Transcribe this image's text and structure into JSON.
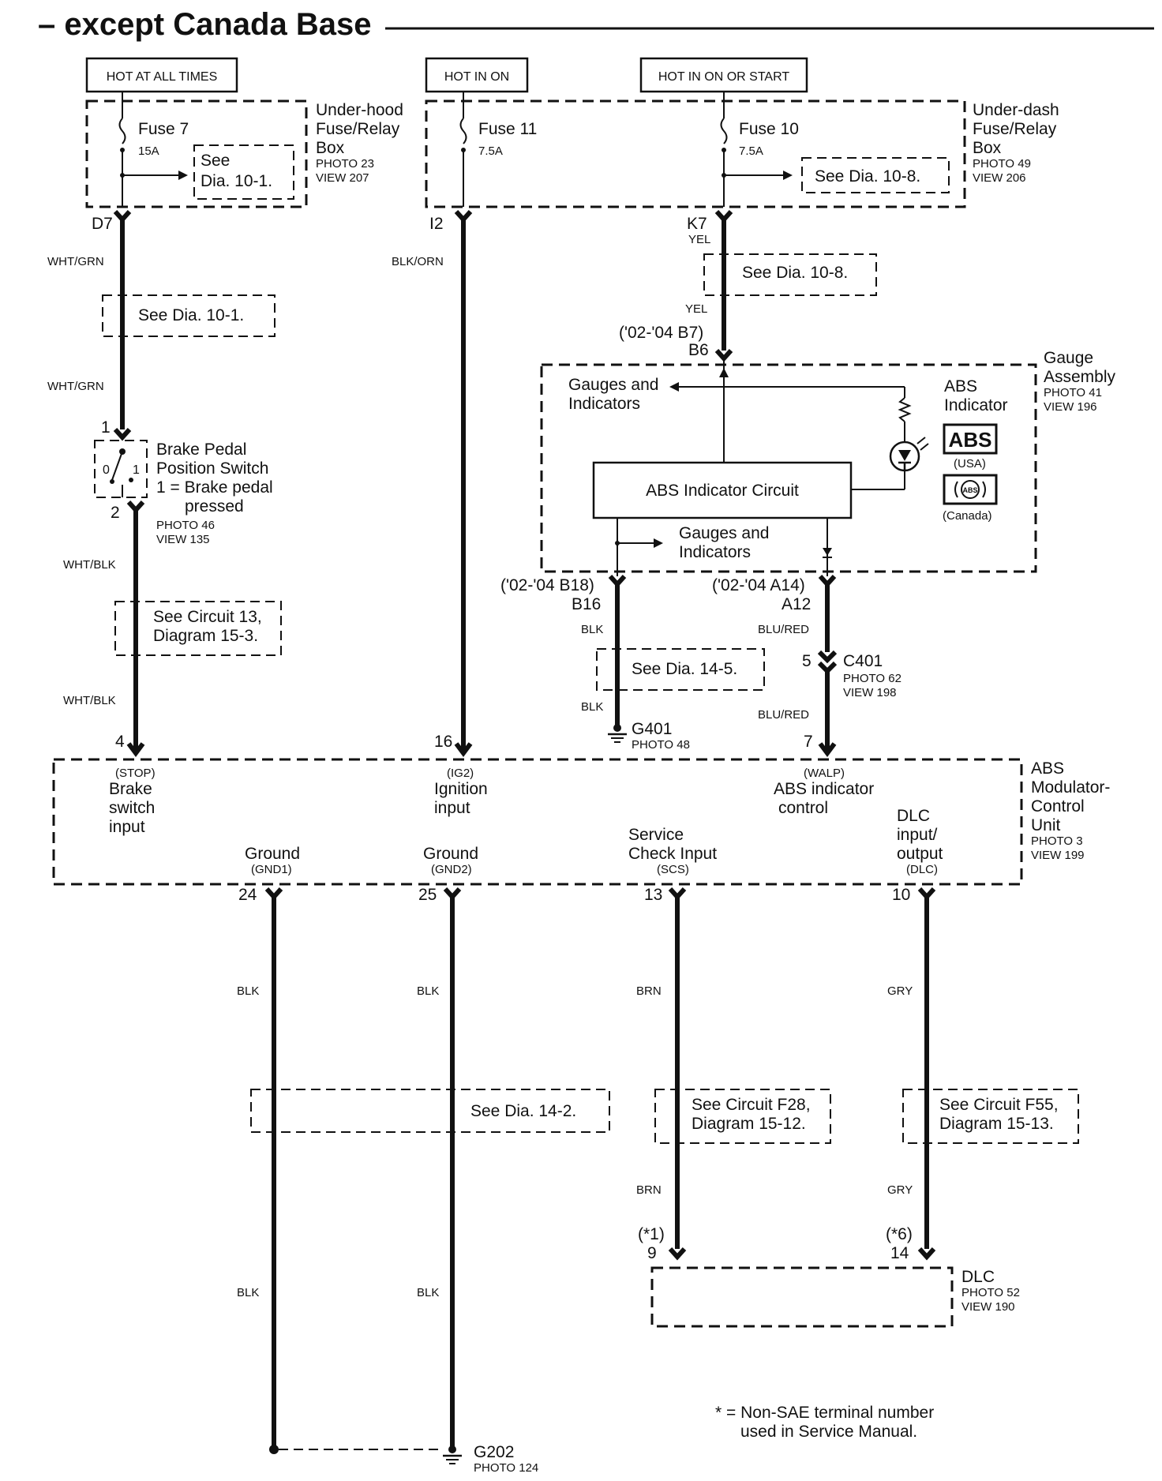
{
  "title": "– except Canada Base",
  "power_labels": {
    "hot_at_all_times": "HOT AT ALL TIMES",
    "hot_in_on": "HOT IN ON",
    "hot_in_on_or_start": "HOT IN ON OR START"
  },
  "underhood_box": {
    "name_1": "Under-hood",
    "name_2": "Fuse/Relay",
    "name_3": "Box",
    "photo": "PHOTO 23",
    "view": "VIEW 207",
    "fuse_name": "Fuse 7",
    "fuse_rating": "15A",
    "see_1": "See",
    "see_2": "Dia.  10-1.",
    "terminal": "D7"
  },
  "underdash_box": {
    "name_1": "Under-dash",
    "name_2": "Fuse/Relay",
    "name_3": "Box",
    "photo": "PHOTO 49",
    "view": "VIEW 206",
    "fuse11_name": "Fuse 11",
    "fuse11_rating": "7.5A",
    "fuse10_name": "Fuse 10",
    "fuse10_rating": "7.5A",
    "see": "See Dia. 10-8.",
    "terminal_i2": "I2",
    "terminal_k7": "K7"
  },
  "wires": {
    "wht_grn_1": "WHT/GRN",
    "wht_grn_2": "WHT/GRN",
    "blk_orn": "BLK/ORN",
    "yel_1": "YEL",
    "yel_2": "YEL",
    "wht_blk_1": "WHT/BLK",
    "wht_blk_2": "WHT/BLK",
    "blk_b16_1": "BLK",
    "blk_b16_2": "BLK",
    "blu_red_1": "BLU/RED",
    "blu_red_2": "BLU/RED",
    "blk_gnd1_1": "BLK",
    "blk_gnd1_2": "BLK",
    "blk_gnd2_1": "BLK",
    "blk_gnd2_2": "BLK",
    "brn_1": "BRN",
    "brn_2": "BRN",
    "gry_1": "GRY",
    "gry_2": "GRY"
  },
  "refs": {
    "dia_10_1": "See Dia. 10-1.",
    "dia_10_8": "See Dia. 10-8.",
    "circuit13_1": "See Circuit 13,",
    "circuit13_2": "Diagram 15-3.",
    "dia_14_5": "See Dia. 14-5.",
    "dia_14_2": "See Dia. 14-2.",
    "f28_1": "See Circuit F28,",
    "f28_2": "Diagram 15-12.",
    "f55_1": "See Circuit F55,",
    "f55_2": "Diagram 15-13."
  },
  "brake_switch": {
    "pin_top": "1",
    "pin_bottom": "2",
    "contact_0": "0",
    "contact_1": "1",
    "name_1": "Brake Pedal",
    "name_2": "Position Switch",
    "note_1": "1 = Brake pedal",
    "note_2": "pressed",
    "photo": "PHOTO 46",
    "view": "VIEW 135"
  },
  "gauge": {
    "name_1": "Gauge",
    "name_2": "Assembly",
    "photo": "PHOTO 41",
    "view": "VIEW 196",
    "gauges_top_1": "Gauges and",
    "gauges_top_2": "Indicators",
    "gauges_bottom_1": "Gauges and",
    "gauges_bottom_2": "Indicators",
    "abs_ind_1": "ABS",
    "abs_ind_2": "Indicator",
    "circuit": "ABS Indicator Circuit",
    "abs_badge": "ABS",
    "abs_badge_small": "ABS",
    "usa": "(USA)",
    "canada": "(Canada)",
    "b7": "('02-'04 B7)",
    "b6": "B6",
    "b18": "('02-'04 B18)",
    "b16": "B16",
    "a14": "('02-'04 A14)",
    "a12": "A12"
  },
  "g401": {
    "name": "G401",
    "photo": "PHOTO 48"
  },
  "c401": {
    "pin": "5",
    "name": "C401",
    "photo": "PHOTO 62",
    "view": "VIEW 198"
  },
  "abs_unit": {
    "name_1": "ABS",
    "name_2": "Modulator-",
    "name_3": "Control",
    "name_4": "Unit",
    "photo": "PHOTO 3",
    "view": "VIEW 199",
    "pin_4": "4",
    "pin_16": "16",
    "pin_7": "7",
    "stop": "(STOP)",
    "brake_1": "Brake",
    "brake_2": "switch",
    "brake_3": "input",
    "ig2": "(IG2)",
    "ign_1": "Ignition",
    "ign_2": "input",
    "walp": "(WALP)",
    "absind_1": "ABS indicator",
    "absind_2": "control",
    "dlc_1": "DLC",
    "dlc_2": "input/",
    "dlc_3": "output",
    "dlc_code": "(DLC)",
    "gnd1_1": "Ground",
    "gnd1_code": "(GND1)",
    "gnd2_1": "Ground",
    "gnd2_code": "(GND2)",
    "scs_1": "Service",
    "scs_2": "Check Input",
    "scs_code": "(SCS)",
    "pin_24": "24",
    "pin_25": "25",
    "pin_13": "13",
    "pin_10": "10"
  },
  "dlc_connector": {
    "note_9": "(*1)",
    "pin_9": "9",
    "note_14": "(*6)",
    "pin_14": "14",
    "name": "DLC",
    "photo": "PHOTO 52",
    "view": "VIEW 190"
  },
  "g202": {
    "name": "G202",
    "photo": "PHOTO 124"
  },
  "footnote": {
    "line_1": "* = Non-SAE terminal number",
    "line_2": "used in Service Manual."
  }
}
